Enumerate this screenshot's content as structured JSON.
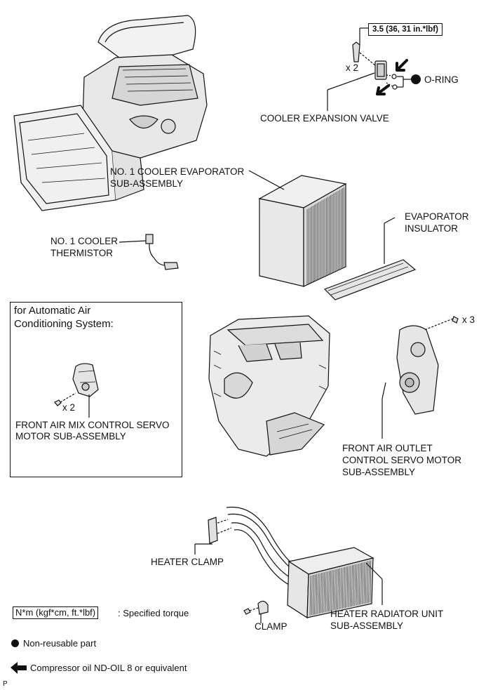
{
  "torque": {
    "valve_bolt": "3.5 (36, 31 in.*lbf)"
  },
  "labels": {
    "qty_valve": "x 2",
    "o_ring": "O-RING",
    "cooler_expansion_valve": "COOLER EXPANSION VALVE",
    "evaporator_line1": "NO. 1 COOLER EVAPORATOR",
    "evaporator_line2": "SUB-ASSEMBLY",
    "thermistor_line1": "NO. 1 COOLER",
    "thermistor_line2": "THERMISTOR",
    "insulator_line1": "EVAPORATOR",
    "insulator_line2": "INSULATOR",
    "auto_box_line1": "for Automatic Air",
    "auto_box_line2": "Conditioning System:",
    "qty_air_mix": "x 2",
    "air_mix_line1": "FRONT AIR MIX CONTROL SERVO",
    "air_mix_line2": "MOTOR SUB-ASSEMBLY",
    "qty_outlet": "x 3",
    "outlet_line1": "FRONT AIR OUTLET",
    "outlet_line2": "CONTROL SERVO MOTOR",
    "outlet_line3": "SUB-ASSEMBLY",
    "heater_clamp": "HEATER CLAMP",
    "clamp": "CLAMP",
    "heater_radiator_line1": "HEATER RADIATOR UNIT",
    "heater_radiator_line2": "SUB-ASSEMBLY"
  },
  "legend": {
    "torque_unit": "N*m (kgf*cm, ft.*lbf)",
    "torque_desc": ": Specified torque",
    "non_reusable": "Non-reusable part",
    "compressor_oil": "Compressor oil ND-OIL 8 or equivalent"
  },
  "corner_mark": "P"
}
